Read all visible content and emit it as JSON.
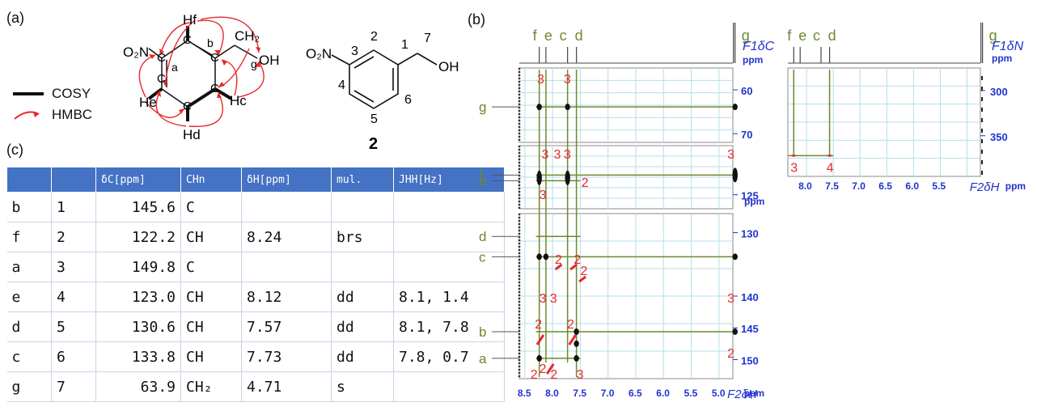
{
  "panels": {
    "a": "(a)",
    "b": "(b)",
    "c": "(c)"
  },
  "legend": {
    "cosy": "COSY",
    "hmbc": "HMBC"
  },
  "structure": {
    "no2": "O₂N",
    "oh": "OH",
    "ch2": "CH₂",
    "atoms": {
      "hf": "Hf",
      "he": "He",
      "hd": "Hd",
      "hc": "Hc",
      "c": "C",
      "a": "a",
      "b": "b",
      "g": "g"
    },
    "numbered": {
      "n1": "1",
      "n2": "2",
      "n3": "3",
      "n4": "4",
      "n5": "5",
      "n6": "6",
      "n7": "7"
    },
    "compound_number": "2"
  },
  "table": {
    "headers": [
      "",
      "",
      "δC[ppm]",
      "CHn",
      "δH[ppm]",
      "mul.",
      "JHH[Hz]"
    ],
    "rows": [
      [
        "b",
        "1",
        "145.6",
        "C",
        "",
        "",
        ""
      ],
      [
        "f",
        "2",
        "122.2",
        "CH",
        "8.24",
        "brs",
        ""
      ],
      [
        "a",
        "3",
        "149.8",
        "C",
        "",
        "",
        ""
      ],
      [
        "e",
        "4",
        "123.0",
        "CH",
        "8.12",
        "dd",
        "8.1, 1.4"
      ],
      [
        "d",
        "5",
        "130.6",
        "CH",
        "7.57",
        "dd",
        "8.1, 7.8"
      ],
      [
        "c",
        "6",
        "133.8",
        "CH",
        "7.73",
        "dd",
        "7.8, 0.7"
      ],
      [
        "g",
        "7",
        "63.9",
        "CH₂",
        "4.71",
        "s",
        ""
      ]
    ]
  },
  "spectrum_left": {
    "top_labels": [
      "f",
      "e",
      "c",
      "d",
      "g"
    ],
    "f1_label": "F1δC",
    "f1_unit": "ppm",
    "f2_label": "F2δH",
    "f2_unit": "ppm",
    "y_ticks_upper": [
      "60",
      "70"
    ],
    "y_ticks_mid": [
      "125"
    ],
    "y_ticks_lower": [
      "130",
      "140",
      "145",
      "150"
    ],
    "x_ticks": [
      "8.5",
      "8.0",
      "7.5",
      "7.0",
      "6.5",
      "6.0",
      "5.5",
      "5.0"
    ],
    "row_labels": [
      "g",
      "f",
      "e",
      "d",
      "c",
      "b",
      "a"
    ],
    "hmbc_numbers": [
      "3",
      "3",
      "3",
      "3",
      "3",
      "2",
      "3",
      "3",
      "2",
      "2",
      "2",
      "3",
      "3",
      "3",
      "2",
      "2",
      "2",
      "2",
      "2",
      "3",
      "2"
    ]
  },
  "spectrum_right": {
    "top_labels": [
      "f",
      "e",
      "c",
      "d",
      "g"
    ],
    "f1_label": "F1δN",
    "f1_unit": "ppm",
    "f2_label": "F2δH",
    "f2_unit": "ppm",
    "y_ticks": [
      "300",
      "350"
    ],
    "x_ticks": [
      "8.0",
      "7.5",
      "7.0",
      "6.5",
      "6.0",
      "5.5"
    ],
    "hmbc_numbers": [
      "3",
      "4"
    ]
  },
  "colors": {
    "green": "#6a8a2e",
    "red": "#e8282b",
    "blue": "#2233cc",
    "header": "#4472c4",
    "grid": "#b6dde9"
  }
}
